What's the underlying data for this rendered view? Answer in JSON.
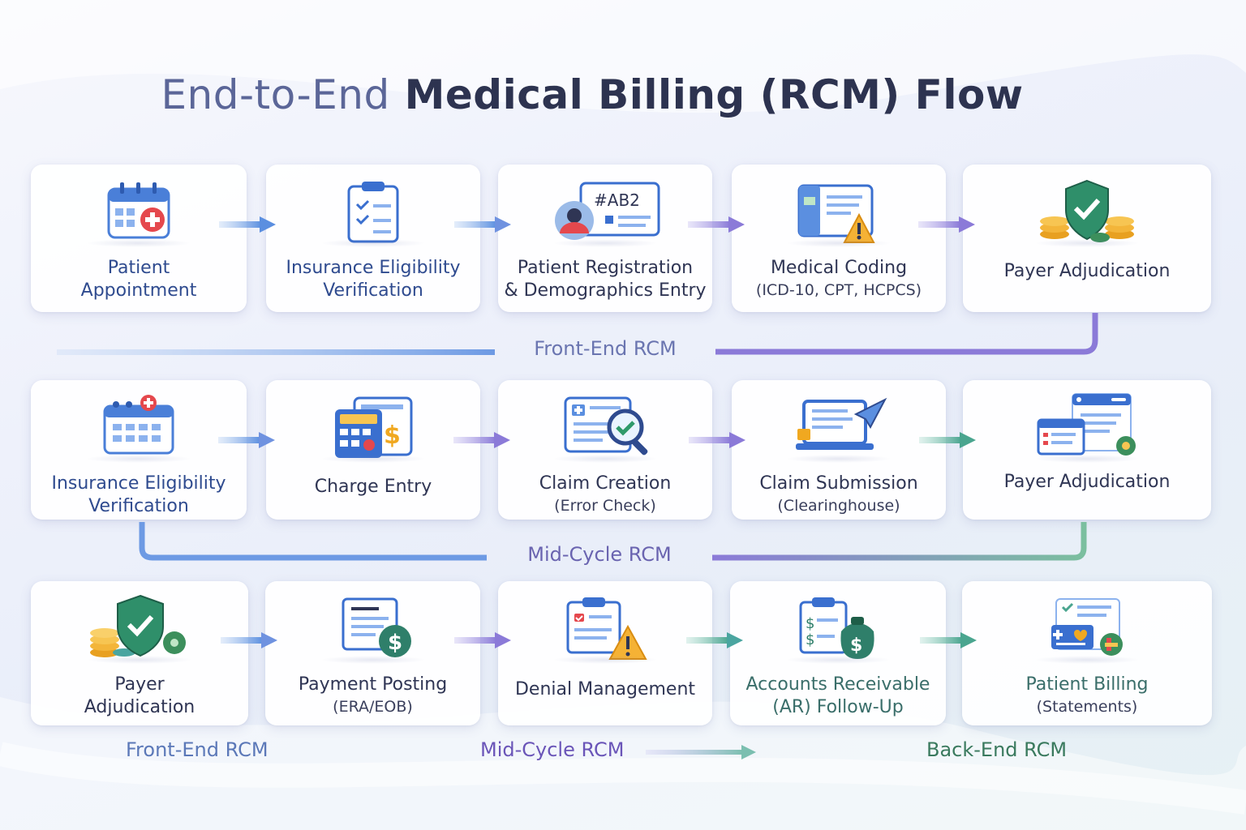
{
  "title": {
    "part1": "End-to-End",
    "part2": "Medical Billing (RCM) Flow"
  },
  "rows": [
    {
      "cards": [
        {
          "label": "Patient",
          "label2": "Appointment",
          "icon": "calendar-plus-icon"
        },
        {
          "label": "Insurance Eligibility",
          "label2": "Verification",
          "icon": "clipboard-check-icon"
        },
        {
          "label": "Patient Registration",
          "label2": "& Demographics Entry",
          "icon": "id-card-icon",
          "id_text": "#AB2"
        },
        {
          "label": "Medical Coding",
          "sub": "(ICD-10, CPT, HCPCS)",
          "icon": "document-warning-icon"
        },
        {
          "label": "Payer Adjudication",
          "icon": "shield-coins-icon"
        }
      ],
      "band": "Front-End RCM"
    },
    {
      "cards": [
        {
          "label": "Insurance Eligibility",
          "label2": "Verification",
          "icon": "calendar-plus-icon"
        },
        {
          "label": "Charge Entry",
          "icon": "calculator-icon"
        },
        {
          "label": "Claim Creation",
          "sub": "(Error Check)",
          "icon": "document-search-icon"
        },
        {
          "label": "Claim Submission",
          "sub": "(Clearinghouse)",
          "icon": "laptop-send-icon"
        },
        {
          "label": "Payer Adjudication",
          "icon": "browser-windows-icon"
        }
      ],
      "band": "Mid-Cycle RCM"
    },
    {
      "cards": [
        {
          "label": "Payer",
          "label2": "Adjudication",
          "icon": "shield-coins-icon"
        },
        {
          "label": "Payment Posting",
          "sub": "(ERA/EOB)",
          "icon": "document-dollar-icon"
        },
        {
          "label": "Denial Management",
          "icon": "clipboard-warning-icon"
        },
        {
          "label": "Accounts Receivable",
          "label2": "(AR) Follow-Up",
          "icon": "clipboard-moneybag-icon"
        },
        {
          "label": "Patient Billing",
          "sub": "(Statements)",
          "icon": "statement-card-icon"
        }
      ]
    }
  ],
  "footer": {
    "front": "Front-End RCM",
    "mid": "Mid-Cycle RCM",
    "back": "Back-End RCM"
  },
  "colors": {
    "blue": "#5b8fe0",
    "purple": "#8b7ad8",
    "green": "#4aa58f",
    "title": "#2d3350"
  }
}
